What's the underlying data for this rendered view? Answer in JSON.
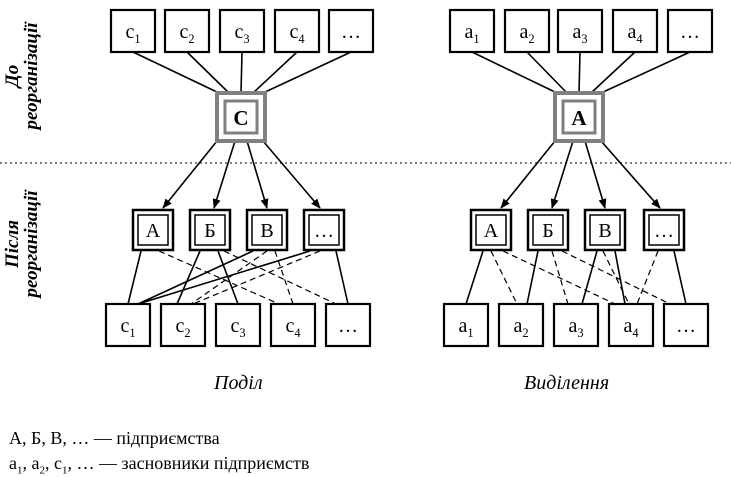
{
  "side_labels": {
    "before": [
      "До",
      "реорганізації"
    ],
    "after": [
      "Після",
      "реорганізації"
    ]
  },
  "captions": {
    "left": "Поділ",
    "right": "Виділення"
  },
  "left_panel": {
    "top_owners": [
      {
        "base": "c",
        "sub": "1"
      },
      {
        "base": "c",
        "sub": "2"
      },
      {
        "base": "c",
        "sub": "3"
      },
      {
        "base": "c",
        "sub": "4"
      },
      {
        "base": "…",
        "sub": ""
      }
    ],
    "original_enterprise": "С",
    "new_enterprises": [
      "А",
      "Б",
      "В",
      "…"
    ],
    "bottom_owners": [
      {
        "base": "c",
        "sub": "1"
      },
      {
        "base": "c",
        "sub": "2"
      },
      {
        "base": "c",
        "sub": "3"
      },
      {
        "base": "c",
        "sub": "4"
      },
      {
        "base": "…",
        "sub": ""
      }
    ]
  },
  "right_panel": {
    "top_owners": [
      {
        "base": "a",
        "sub": "1"
      },
      {
        "base": "a",
        "sub": "2"
      },
      {
        "base": "a",
        "sub": "3"
      },
      {
        "base": "a",
        "sub": "4"
      },
      {
        "base": "…",
        "sub": ""
      }
    ],
    "original_enterprise": "А",
    "new_enterprises": [
      "А",
      "Б",
      "В",
      "…"
    ],
    "bottom_owners": [
      {
        "base": "a",
        "sub": "1"
      },
      {
        "base": "a",
        "sub": "2"
      },
      {
        "base": "a",
        "sub": "3"
      },
      {
        "base": "a",
        "sub": "4"
      },
      {
        "base": "…",
        "sub": ""
      }
    ]
  },
  "legend": {
    "line1": {
      "text": "А, Б, В, … — підприємства"
    },
    "line2": {
      "items": [
        {
          "base": "a",
          "sub": "1",
          "sep": ", "
        },
        {
          "base": "a",
          "sub": "2",
          "sep": ", "
        },
        {
          "base": "c",
          "sub": "1",
          "sep": ", "
        }
      ],
      "tail": "… — засновники підприємств"
    }
  },
  "colors": {
    "line": "#000000",
    "center_box_border": "#808080",
    "separator": "#808080"
  }
}
